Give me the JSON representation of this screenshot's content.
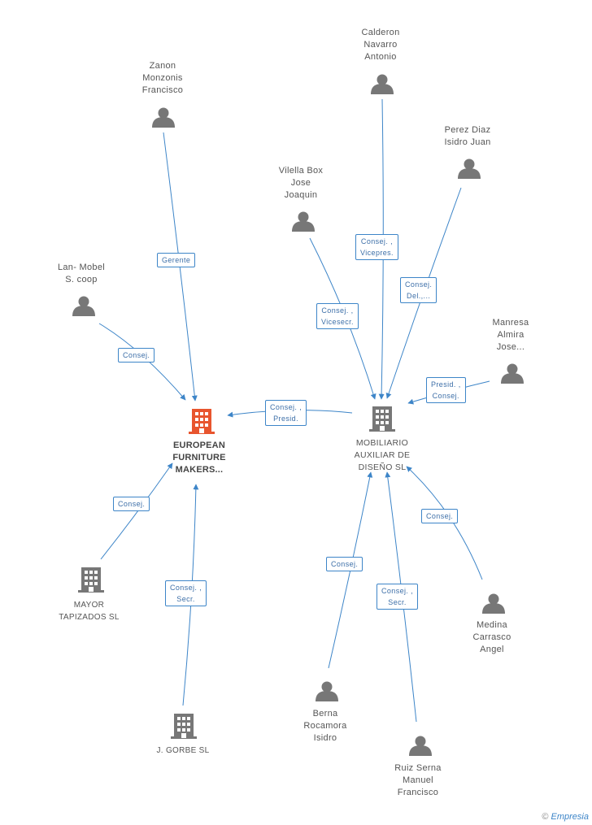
{
  "nodes": {
    "european": {
      "label": "EUROPEAN\nFURNITURE\nMAKERS...",
      "color": "#e8552e"
    },
    "mobiliario": {
      "label": "MOBILIARIO\nAUXILIAR DE\nDISEÑO SL"
    },
    "mayor": {
      "label": "MAYOR\nTAPIZADOS  SL"
    },
    "gorbe": {
      "label": "J.  GORBE  SL"
    },
    "zanon": {
      "label": "Zanon\nMonzonis\nFrancisco"
    },
    "lanmobel": {
      "label": "Lan- Mobel\nS. coop"
    },
    "calderon": {
      "label": "Calderon\nNavarro\nAntonio"
    },
    "perez": {
      "label": "Perez Diaz\nIsidro Juan"
    },
    "vilella": {
      "label": "Vilella Box\nJose\nJoaquin"
    },
    "manresa": {
      "label": "Manresa\nAlmira\nJose..."
    },
    "medina": {
      "label": "Medina\nCarrasco\nAngel"
    },
    "berna": {
      "label": "Berna\nRocamora\nIsidro"
    },
    "ruiz": {
      "label": "Ruiz Serna\nManuel\nFrancisco"
    }
  },
  "edges": {
    "zanon_european": "Gerente",
    "lanmobel_european": "Consej.",
    "mobiliario_european": "Consej. ,\nPresid.",
    "mayor_european": "Consej.",
    "gorbe_european": "Consej. ,\nSecr.",
    "calderon_mobiliario": "Consej. ,\nVicepres.",
    "perez_mobiliario": "Consej.\nDel.,...",
    "vilella_mobiliario": "Consej. ,\nVicesecr.",
    "manresa_mobiliario": "Presid. ,\nConsej.",
    "medina_mobiliario": "Consej.",
    "berna_mobiliario": "Consej.",
    "ruiz_mobiliario": "Consej. ,\nSecr."
  },
  "colors": {
    "edge": "#3d85c8",
    "person": "#777777",
    "company": "#777777",
    "main": "#e8552e"
  },
  "watermark": {
    "symbol": "©",
    "brand": "Empresia"
  }
}
